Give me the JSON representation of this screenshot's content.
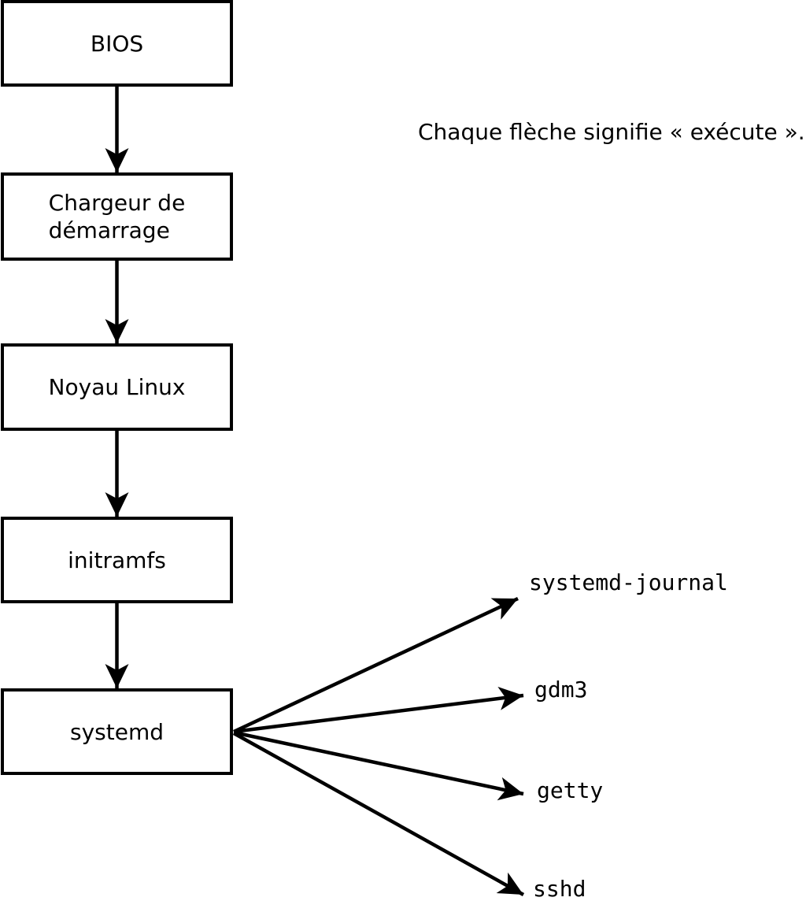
{
  "diagram": {
    "caption": "Chaque flèche signifie « exécute ».",
    "nodes": [
      {
        "id": "bios",
        "label": "BIOS"
      },
      {
        "id": "bootloader",
        "label": "Chargeur de\ndémarrage"
      },
      {
        "id": "kernel",
        "label": "Noyau Linux"
      },
      {
        "id": "initramfs",
        "label": "initramfs"
      },
      {
        "id": "systemd",
        "label": "systemd"
      }
    ],
    "processes": [
      {
        "label": "systemd-journal"
      },
      {
        "label": "gdm3"
      },
      {
        "label": "getty"
      },
      {
        "label": "sshd"
      }
    ],
    "edges": [
      {
        "from": "BIOS",
        "to": "Chargeur de démarrage"
      },
      {
        "from": "Chargeur de démarrage",
        "to": "Noyau Linux"
      },
      {
        "from": "Noyau Linux",
        "to": "initramfs"
      },
      {
        "from": "initramfs",
        "to": "systemd"
      },
      {
        "from": "systemd",
        "to": "systemd-journal"
      },
      {
        "from": "systemd",
        "to": "gdm3"
      },
      {
        "from": "systemd",
        "to": "getty"
      },
      {
        "from": "systemd",
        "to": "sshd"
      }
    ],
    "colors": {
      "line": "#000000",
      "box_fill": "#ffffff",
      "text": "#000000",
      "background": "#ffffff"
    }
  }
}
